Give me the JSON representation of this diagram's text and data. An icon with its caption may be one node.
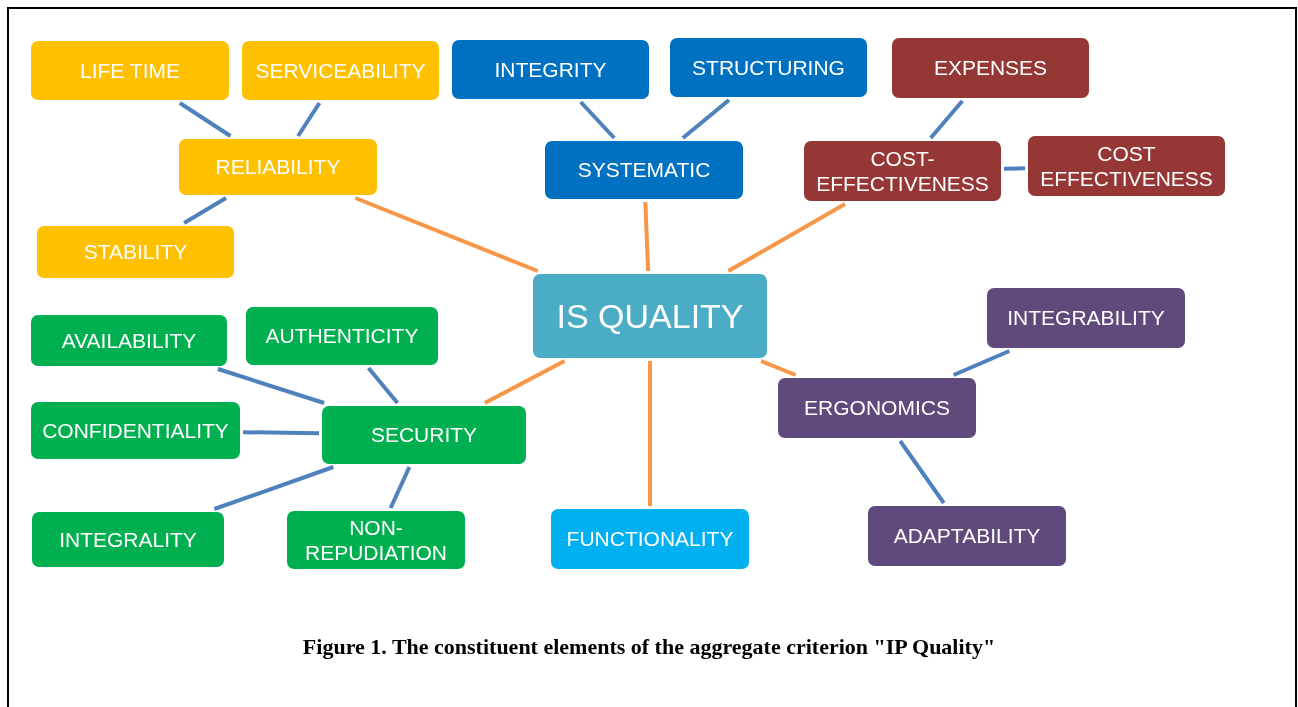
{
  "diagram": {
    "caption": "Figure 1. The constituent elements of the aggregate criterion \"IP Quality\"",
    "nodes": [
      {
        "text": [
          "IS QUALITY"
        ]
      },
      {
        "text": [
          "RELIABILITY"
        ]
      },
      {
        "text": [
          "LIFE TIME"
        ]
      },
      {
        "text": [
          "SERVICEABILITY"
        ]
      },
      {
        "text": [
          "STABILITY"
        ]
      },
      {
        "text": [
          "SYSTEMATIC"
        ]
      },
      {
        "text": [
          "INTEGRITY"
        ]
      },
      {
        "text": [
          "STRUCTURING"
        ]
      },
      {
        "text": [
          "COST-EFFECTIVENESS"
        ]
      },
      {
        "text": [
          "EXPENSES"
        ]
      },
      {
        "text": [
          "COST EFFECTIVENESS"
        ]
      },
      {
        "text": [
          "SECURITY"
        ]
      },
      {
        "text": [
          "AVAILABILITY"
        ]
      },
      {
        "text": [
          "AUTHENTICITY"
        ]
      },
      {
        "text": [
          "CONFIDENTIALITY"
        ]
      },
      {
        "text": [
          "INTEGRALITY"
        ]
      },
      {
        "text": [
          "NON-REPUDIATION"
        ]
      },
      {
        "text": [
          "FUNCTIONALITY"
        ]
      },
      {
        "text": [
          "ERGONOMICS"
        ]
      },
      {
        "text": [
          "INTEGRABILITY"
        ]
      },
      {
        "text": [
          "ADAPTABILITY"
        ]
      }
    ],
    "edges": [
      {
        "from": 0,
        "to": 1,
        "arrow": "none",
        "color": "#f79646"
      },
      {
        "from": 0,
        "to": 5,
        "arrow": "none",
        "color": "#f79646"
      },
      {
        "from": 0,
        "to": 8,
        "arrow": "none",
        "color": "#f79646"
      },
      {
        "from": 0,
        "to": 11,
        "arrow": "none",
        "color": "#f79646"
      },
      {
        "from": 0,
        "to": 17,
        "arrow": "none",
        "color": "#f79646"
      },
      {
        "from": 0,
        "to": 18,
        "arrow": "none",
        "color": "#f79646"
      },
      {
        "from": 1,
        "to": 2,
        "arrow": "none"
      },
      {
        "from": 1,
        "to": 3,
        "arrow": "none"
      },
      {
        "from": 1,
        "to": 4,
        "arrow": "none"
      },
      {
        "from": 5,
        "to": 6,
        "arrow": "none"
      },
      {
        "from": 5,
        "to": 7,
        "arrow": "none"
      },
      {
        "from": 8,
        "to": 9,
        "arrow": "none"
      },
      {
        "from": 8,
        "to": 10,
        "arrow": "none"
      },
      {
        "from": 11,
        "to": 12,
        "arrow": "none"
      },
      {
        "from": 11,
        "to": 13,
        "arrow": "none"
      },
      {
        "from": 11,
        "to": 14,
        "arrow": "none"
      },
      {
        "from": 11,
        "to": 15,
        "arrow": "none"
      },
      {
        "from": 11,
        "to": 16,
        "arrow": "none"
      },
      {
        "from": 18,
        "to": 19,
        "arrow": "none"
      },
      {
        "from": 18,
        "to": 20,
        "arrow": "none"
      }
    ]
  }
}
